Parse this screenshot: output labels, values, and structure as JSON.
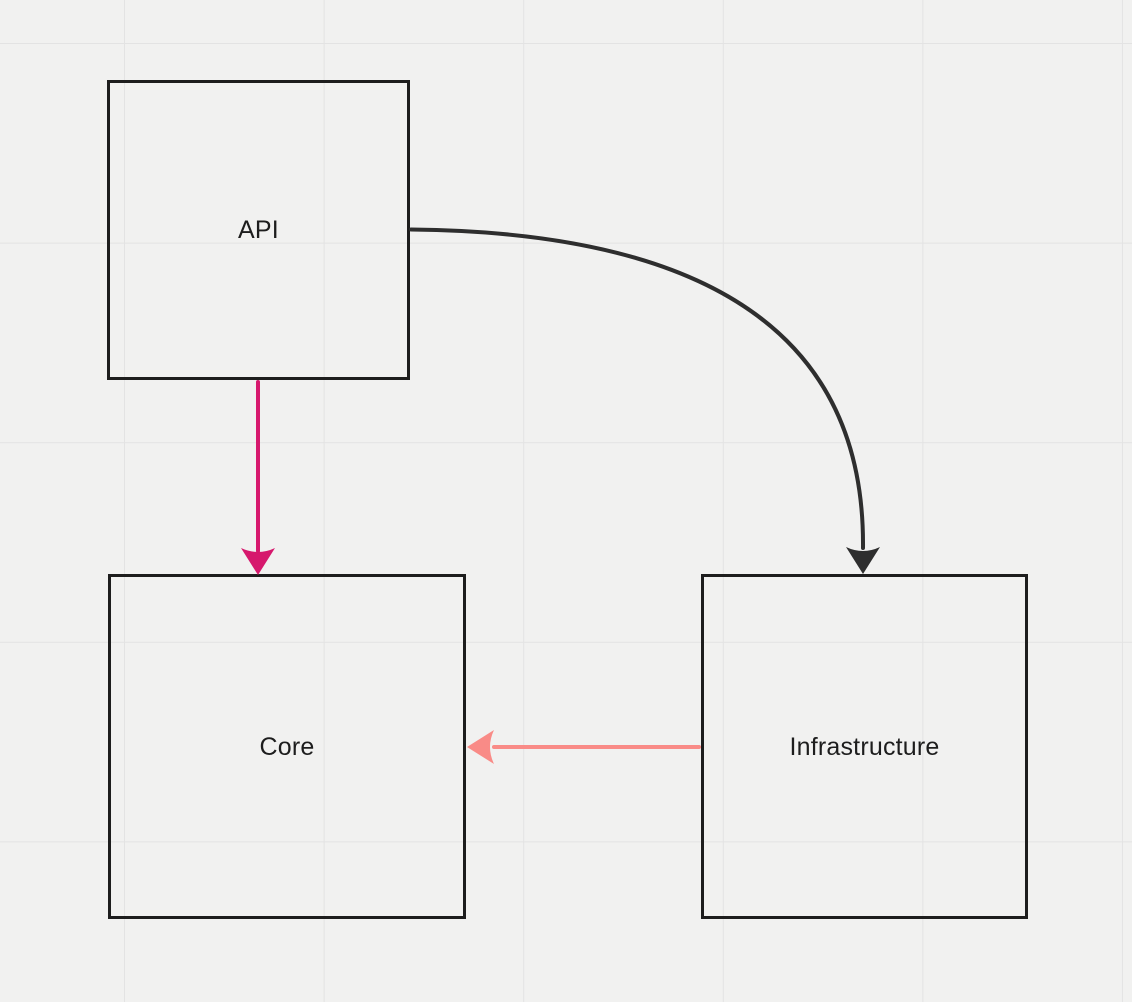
{
  "canvas": {
    "background_color": "#f1f1f0",
    "grid_color": "#e3e3e3",
    "shape_stroke_color": "#1d1d1d",
    "text_color": "#1d1d1d"
  },
  "nodes": [
    {
      "label": "API"
    },
    {
      "label": "Core"
    },
    {
      "label": "Infrastructure"
    }
  ],
  "edges": [
    {
      "name": "api-to-core",
      "from": "API",
      "to": "Core",
      "color": "#d6186d",
      "shape": "straight-down",
      "arrowhead": "solid-dart"
    },
    {
      "name": "api-to-infrastructure",
      "from": "API",
      "to": "Infrastructure",
      "color": "#2e2e2e",
      "shape": "curved",
      "arrowhead": "solid-dart"
    },
    {
      "name": "infrastructure-to-core",
      "from": "Infrastructure",
      "to": "Core",
      "color": "#f98b87",
      "shape": "straight-left",
      "arrowhead": "solid-dart"
    }
  ]
}
